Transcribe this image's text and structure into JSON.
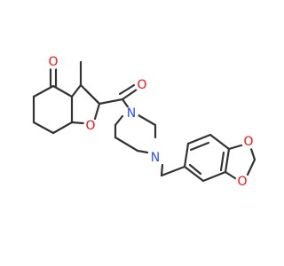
{
  "molecule": {
    "atoms": {
      "ketone_oxygen": {
        "label": "O",
        "color": "#ff0d0d"
      },
      "furan_oxygen": {
        "label": "O",
        "color": "#ff0d0d"
      },
      "amide_oxygen": {
        "label": "O",
        "color": "#ff0d0d"
      },
      "piperazine_n_top": {
        "label": "N",
        "color": "#3050f8"
      },
      "piperazine_n_bottom": {
        "label": "N",
        "color": "#3050f8"
      },
      "dioxole_oxygen_top": {
        "label": "O",
        "color": "#ff0d0d"
      },
      "dioxole_oxygen_bottom": {
        "label": "O",
        "color": "#ff0d0d"
      }
    },
    "bond_color": "#333333"
  }
}
